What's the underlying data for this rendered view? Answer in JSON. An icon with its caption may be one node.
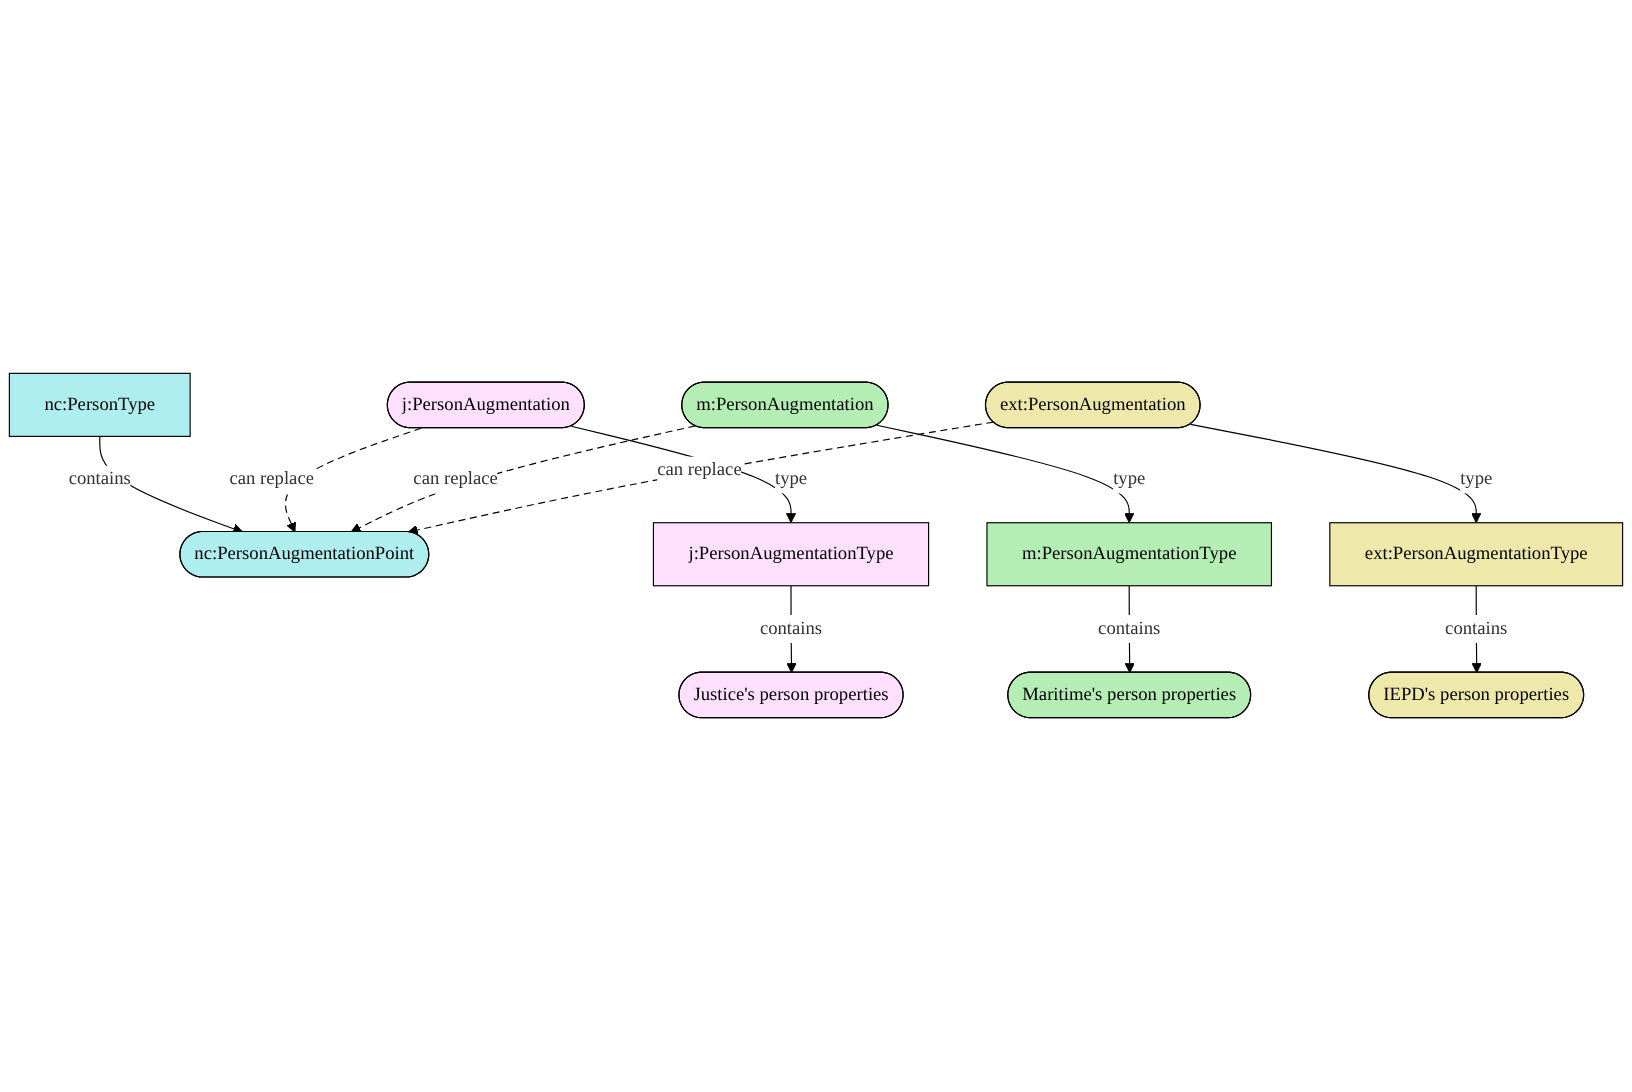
{
  "diagram": {
    "nodes": [
      {
        "text": [
          "nc:PersonType"
        ]
      },
      {
        "text": [
          "nc:PersonAugmentationPoint"
        ]
      },
      {
        "text": [
          "j:PersonAugmentation"
        ]
      },
      {
        "text": [
          "m:PersonAugmentation"
        ]
      },
      {
        "text": [
          "ext:PersonAugmentation"
        ]
      },
      {
        "text": [
          "j:PersonAugmentationType"
        ]
      },
      {
        "text": [
          "m:PersonAugmentationType"
        ]
      },
      {
        "text": [
          "ext:PersonAugmentationType"
        ]
      },
      {
        "text": [
          "Justice's person properties"
        ]
      },
      {
        "text": [
          "Maritime's person properties"
        ]
      },
      {
        "text": [
          "IEPD's person properties"
        ]
      }
    ],
    "edges": [
      {
        "from": 0,
        "to": 1,
        "arrow": "to",
        "label": "contains"
      },
      {
        "from": 2,
        "to": 1,
        "arrow": "to",
        "label": "can replace",
        "style": "dashed"
      },
      {
        "from": 3,
        "to": 1,
        "arrow": "to",
        "label": "can replace",
        "style": "dashed"
      },
      {
        "from": 4,
        "to": 1,
        "arrow": "to",
        "label": "can replace",
        "style": "dashed"
      },
      {
        "from": 2,
        "to": 5,
        "arrow": "to",
        "label": "type"
      },
      {
        "from": 3,
        "to": 6,
        "arrow": "to",
        "label": "type"
      },
      {
        "from": 4,
        "to": 7,
        "arrow": "to",
        "label": "type"
      },
      {
        "from": 5,
        "to": 8,
        "arrow": "to",
        "label": "contains"
      },
      {
        "from": 6,
        "to": 9,
        "arrow": "to",
        "label": "contains"
      },
      {
        "from": 7,
        "to": 10,
        "arrow": "to",
        "label": "contains"
      }
    ]
  }
}
